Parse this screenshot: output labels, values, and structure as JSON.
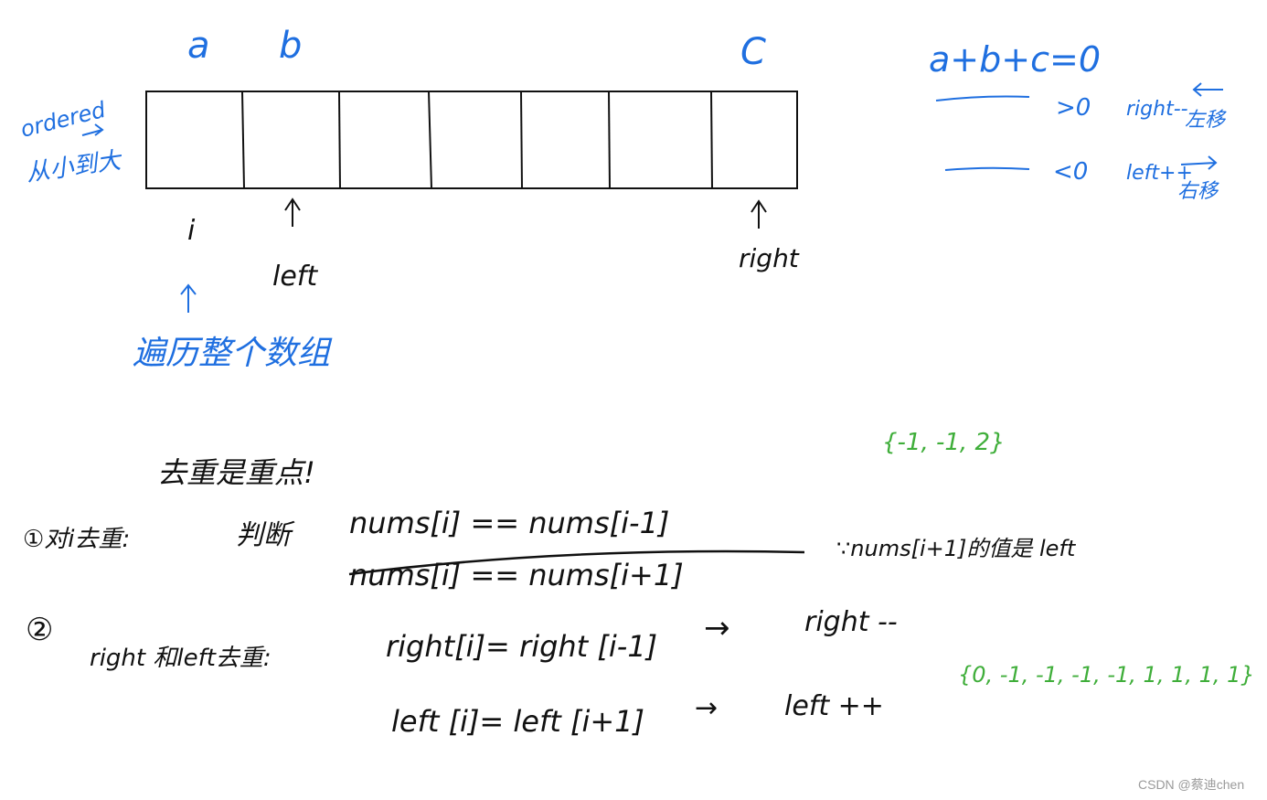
{
  "colors": {
    "ink_black": "#111111",
    "ink_blue": "#1f6fe0",
    "ink_green": "#3fae3a",
    "watermark": "#9a9a9a"
  },
  "array": {
    "cells": 7,
    "labels_top": {
      "a": "a",
      "b": "b",
      "c": "C"
    },
    "pointer_labels": {
      "i": "i",
      "left": "left",
      "right": "right"
    }
  },
  "left_note": {
    "line1": "ordered",
    "line2": "从小到大"
  },
  "traverse_note": "遍历整个数组",
  "rules": {
    "equation": "a+b+c=0",
    "gt": ">0",
    "gt_action": "right--",
    "gt_dir": "左移",
    "lt": "<0",
    "lt_action": "left++",
    "lt_dir": "右移"
  },
  "green_examples": {
    "example1": "{-1, -1, 2}",
    "example2": "{0, -1, -1, -1, -1, 1, 1, 1, 1}"
  },
  "dedup": {
    "title": "去重是重点!",
    "step1_label": "①对i去重:",
    "step1_judge": "判断",
    "step1_expr": "nums[i] == nums[i-1]",
    "step1_wrong": "nums[i] == nums[i+1]",
    "step1_reason": "∵nums[i+1]的值是 left",
    "step2_label": "②",
    "step2_title": "right 和left去重:",
    "step2_right_expr": "right[i]= right [i-1]",
    "step2_right_arrow": "→",
    "step2_right_action": "right --",
    "step2_left_expr": "left [i]= left [i+1]",
    "step2_left_arrow": "→",
    "step2_left_action": "left ++"
  },
  "watermark": "CSDN @蔡迪chen"
}
